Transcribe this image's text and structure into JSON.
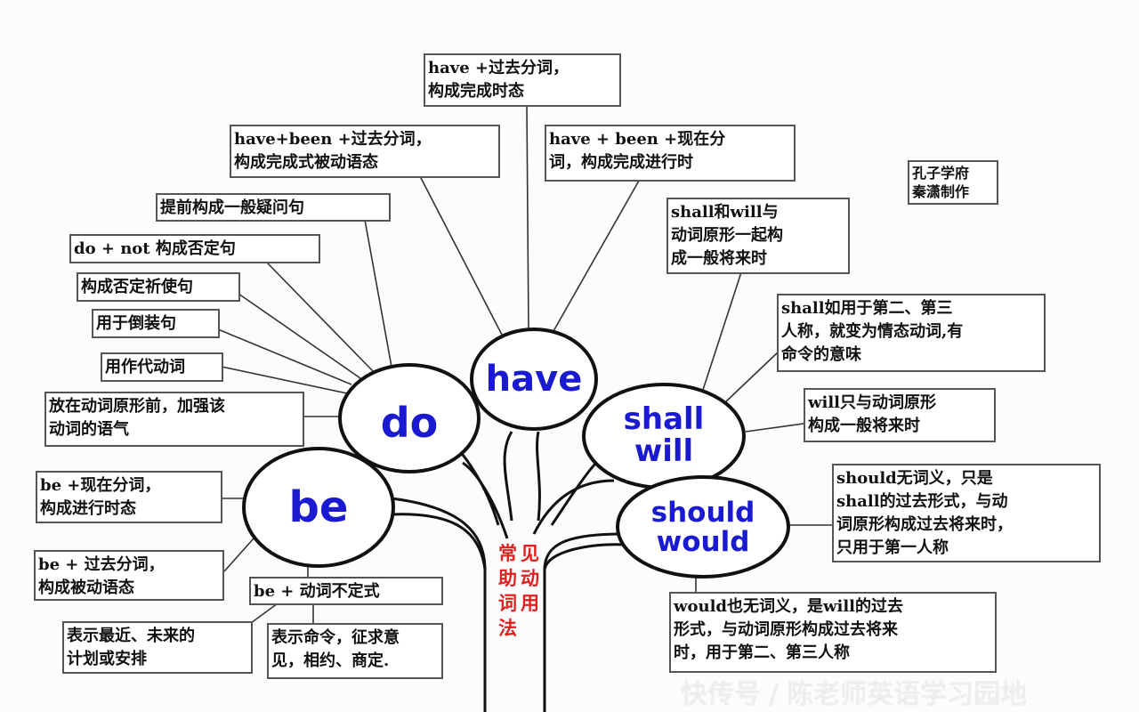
{
  "title": "常见助动词用法",
  "watermark": "快传号 / 陈老师英语学习园地",
  "credit": "孔子学府\n秦潇制作",
  "colors": {
    "node_text": "#1a1ad0",
    "title": "#e02020",
    "line": "#222222"
  },
  "nodes": {
    "have": "have",
    "do": "do",
    "shall_will": [
      "shall",
      "will"
    ],
    "be": "be",
    "should_would": [
      "should",
      "would"
    ]
  },
  "boxes": {
    "have_pp": "have +过去分词，\n构成完成时态",
    "have_been_pp": "have+been +过去分词，\n构成完成式被动语态",
    "have_been_ing": "have + been +现在分\n词，构成完成进行时",
    "do_question": "提前构成一般疑问句",
    "do_not": "do + not 构成否定句",
    "do_imperative": "构成否定祈使句",
    "do_inversion": "用于倒装句",
    "do_proverb": "用作代动词",
    "do_emphasis": "放在动词原形前，加强该\n动词的语气",
    "shall_will_future": "shall和will与\n动词原形一起构\n成一般将来时",
    "shall_modal": "shall如用于第二、第三\n人称，就变为情态动词,有\n命令的意味",
    "will_future": "will只与动词原形\n构成一般将来时",
    "should": "should无词义，只是\nshall的过去形式，与动\n词原形构成过去将来时，\n只用于第一人称",
    "would": "would也无词义，是will的过去\n形式，与动词原形构成过去将来\n时，用于第二、第三人称",
    "be_ing": "be +现在分词，\n构成进行时态",
    "be_pp": "be + 过去分词，\n构成被动语态",
    "be_to": "be + 动词不定式",
    "be_to_plan": "表示最近、未来的\n计划或安排",
    "be_to_command": "表示命令，征求意\n见，相约、商定."
  }
}
